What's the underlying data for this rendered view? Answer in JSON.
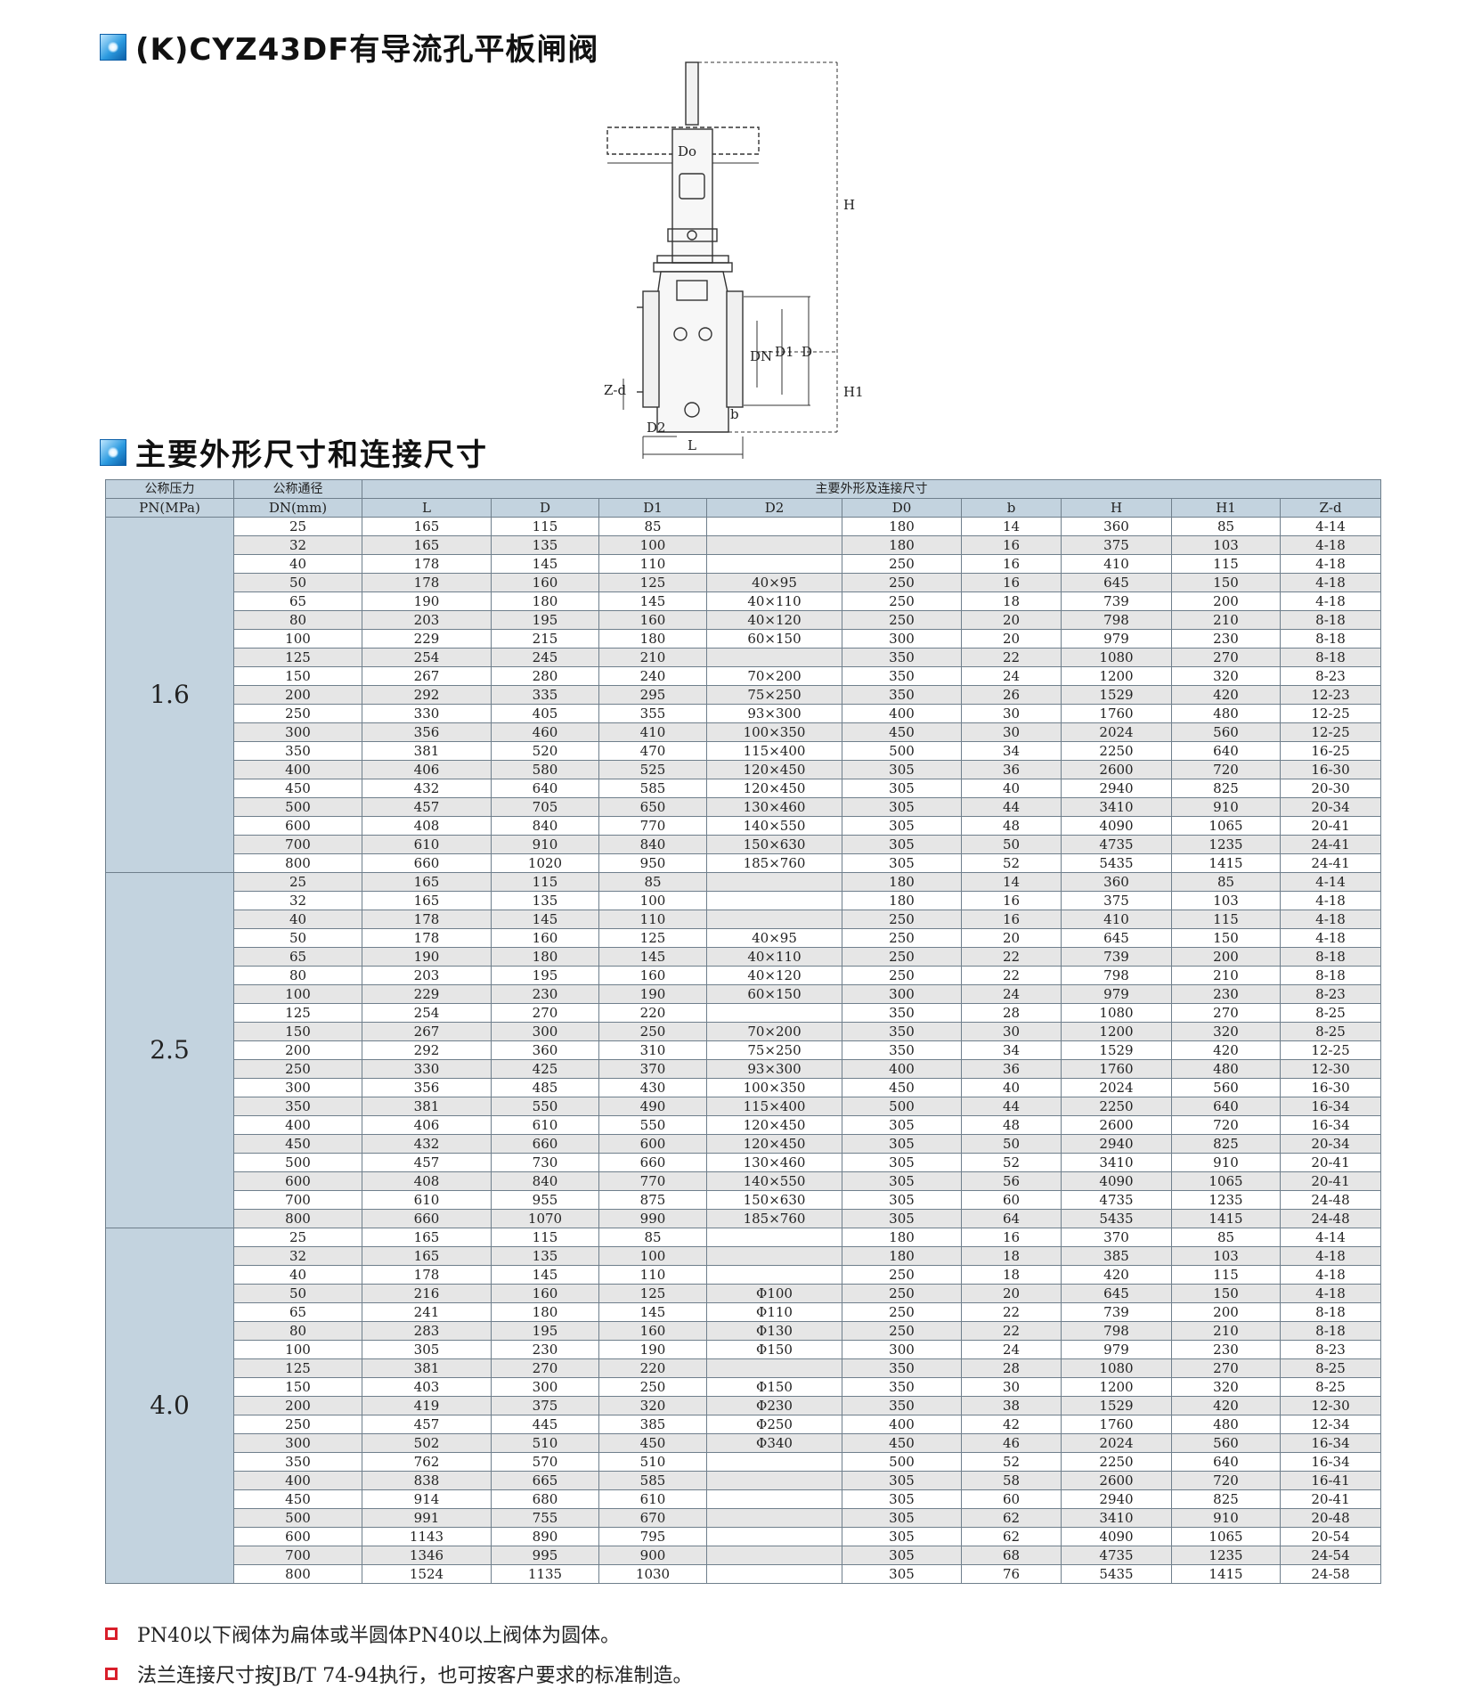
{
  "page": {
    "title": "(K)CYZ43DF有导流孔平板闸阀",
    "section_title": "主要外形尺寸和连接尺寸"
  },
  "diagram": {
    "labels": {
      "do": "Do",
      "h": "H",
      "h1": "H1",
      "dn": "DN",
      "d1": "D1",
      "d": "D",
      "zd": "Z-d",
      "d2": "D2",
      "l": "L",
      "b": "b"
    }
  },
  "table": {
    "header": {
      "pressure_label": "公称压力",
      "pressure_unit": "PN(MPa)",
      "diameter_label": "公称通径",
      "diameter_unit": "DN(mm)",
      "group_label": "主要外形及连接尺寸",
      "columns": [
        "L",
        "D",
        "D1",
        "D2",
        "D0",
        "b",
        "H",
        "H1",
        "Z-d"
      ]
    },
    "groups": [
      {
        "pn": "1.6",
        "rows": [
          [
            "25",
            "165",
            "115",
            "85",
            "",
            "180",
            "14",
            "360",
            "85",
            "4-14"
          ],
          [
            "32",
            "165",
            "135",
            "100",
            "",
            "180",
            "16",
            "375",
            "103",
            "4-18"
          ],
          [
            "40",
            "178",
            "145",
            "110",
            "",
            "250",
            "16",
            "410",
            "115",
            "4-18"
          ],
          [
            "50",
            "178",
            "160",
            "125",
            "40×95",
            "250",
            "16",
            "645",
            "150",
            "4-18"
          ],
          [
            "65",
            "190",
            "180",
            "145",
            "40×110",
            "250",
            "18",
            "739",
            "200",
            "4-18"
          ],
          [
            "80",
            "203",
            "195",
            "160",
            "40×120",
            "250",
            "20",
            "798",
            "210",
            "8-18"
          ],
          [
            "100",
            "229",
            "215",
            "180",
            "60×150",
            "300",
            "20",
            "979",
            "230",
            "8-18"
          ],
          [
            "125",
            "254",
            "245",
            "210",
            "",
            "350",
            "22",
            "1080",
            "270",
            "8-18"
          ],
          [
            "150",
            "267",
            "280",
            "240",
            "70×200",
            "350",
            "24",
            "1200",
            "320",
            "8-23"
          ],
          [
            "200",
            "292",
            "335",
            "295",
            "75×250",
            "350",
            "26",
            "1529",
            "420",
            "12-23"
          ],
          [
            "250",
            "330",
            "405",
            "355",
            "93×300",
            "400",
            "30",
            "1760",
            "480",
            "12-25"
          ],
          [
            "300",
            "356",
            "460",
            "410",
            "100×350",
            "450",
            "30",
            "2024",
            "560",
            "12-25"
          ],
          [
            "350",
            "381",
            "520",
            "470",
            "115×400",
            "500",
            "34",
            "2250",
            "640",
            "16-25"
          ],
          [
            "400",
            "406",
            "580",
            "525",
            "120×450",
            "305",
            "36",
            "2600",
            "720",
            "16-30"
          ],
          [
            "450",
            "432",
            "640",
            "585",
            "120×450",
            "305",
            "40",
            "2940",
            "825",
            "20-30"
          ],
          [
            "500",
            "457",
            "705",
            "650",
            "130×460",
            "305",
            "44",
            "3410",
            "910",
            "20-34"
          ],
          [
            "600",
            "408",
            "840",
            "770",
            "140×550",
            "305",
            "48",
            "4090",
            "1065",
            "20-41"
          ],
          [
            "700",
            "610",
            "910",
            "840",
            "150×630",
            "305",
            "50",
            "4735",
            "1235",
            "24-41"
          ],
          [
            "800",
            "660",
            "1020",
            "950",
            "185×760",
            "305",
            "52",
            "5435",
            "1415",
            "24-41"
          ]
        ]
      },
      {
        "pn": "2.5",
        "rows": [
          [
            "25",
            "165",
            "115",
            "85",
            "",
            "180",
            "14",
            "360",
            "85",
            "4-14"
          ],
          [
            "32",
            "165",
            "135",
            "100",
            "",
            "180",
            "16",
            "375",
            "103",
            "4-18"
          ],
          [
            "40",
            "178",
            "145",
            "110",
            "",
            "250",
            "16",
            "410",
            "115",
            "4-18"
          ],
          [
            "50",
            "178",
            "160",
            "125",
            "40×95",
            "250",
            "20",
            "645",
            "150",
            "4-18"
          ],
          [
            "65",
            "190",
            "180",
            "145",
            "40×110",
            "250",
            "22",
            "739",
            "200",
            "8-18"
          ],
          [
            "80",
            "203",
            "195",
            "160",
            "40×120",
            "250",
            "22",
            "798",
            "210",
            "8-18"
          ],
          [
            "100",
            "229",
            "230",
            "190",
            "60×150",
            "300",
            "24",
            "979",
            "230",
            "8-23"
          ],
          [
            "125",
            "254",
            "270",
            "220",
            "",
            "350",
            "28",
            "1080",
            "270",
            "8-25"
          ],
          [
            "150",
            "267",
            "300",
            "250",
            "70×200",
            "350",
            "30",
            "1200",
            "320",
            "8-25"
          ],
          [
            "200",
            "292",
            "360",
            "310",
            "75×250",
            "350",
            "34",
            "1529",
            "420",
            "12-25"
          ],
          [
            "250",
            "330",
            "425",
            "370",
            "93×300",
            "400",
            "36",
            "1760",
            "480",
            "12-30"
          ],
          [
            "300",
            "356",
            "485",
            "430",
            "100×350",
            "450",
            "40",
            "2024",
            "560",
            "16-30"
          ],
          [
            "350",
            "381",
            "550",
            "490",
            "115×400",
            "500",
            "44",
            "2250",
            "640",
            "16-34"
          ],
          [
            "400",
            "406",
            "610",
            "550",
            "120×450",
            "305",
            "48",
            "2600",
            "720",
            "16-34"
          ],
          [
            "450",
            "432",
            "660",
            "600",
            "120×450",
            "305",
            "50",
            "2940",
            "825",
            "20-34"
          ],
          [
            "500",
            "457",
            "730",
            "660",
            "130×460",
            "305",
            "52",
            "3410",
            "910",
            "20-41"
          ],
          [
            "600",
            "408",
            "840",
            "770",
            "140×550",
            "305",
            "56",
            "4090",
            "1065",
            "20-41"
          ],
          [
            "700",
            "610",
            "955",
            "875",
            "150×630",
            "305",
            "60",
            "4735",
            "1235",
            "24-48"
          ],
          [
            "800",
            "660",
            "1070",
            "990",
            "185×760",
            "305",
            "64",
            "5435",
            "1415",
            "24-48"
          ]
        ]
      },
      {
        "pn": "4.0",
        "rows": [
          [
            "25",
            "165",
            "115",
            "85",
            "",
            "180",
            "16",
            "370",
            "85",
            "4-14"
          ],
          [
            "32",
            "165",
            "135",
            "100",
            "",
            "180",
            "18",
            "385",
            "103",
            "4-18"
          ],
          [
            "40",
            "178",
            "145",
            "110",
            "",
            "250",
            "18",
            "420",
            "115",
            "4-18"
          ],
          [
            "50",
            "216",
            "160",
            "125",
            "Φ100",
            "250",
            "20",
            "645",
            "150",
            "4-18"
          ],
          [
            "65",
            "241",
            "180",
            "145",
            "Φ110",
            "250",
            "22",
            "739",
            "200",
            "8-18"
          ],
          [
            "80",
            "283",
            "195",
            "160",
            "Φ130",
            "250",
            "22",
            "798",
            "210",
            "8-18"
          ],
          [
            "100",
            "305",
            "230",
            "190",
            "Φ150",
            "300",
            "24",
            "979",
            "230",
            "8-23"
          ],
          [
            "125",
            "381",
            "270",
            "220",
            "",
            "350",
            "28",
            "1080",
            "270",
            "8-25"
          ],
          [
            "150",
            "403",
            "300",
            "250",
            "Φ150",
            "350",
            "30",
            "1200",
            "320",
            "8-25"
          ],
          [
            "200",
            "419",
            "375",
            "320",
            "Φ230",
            "350",
            "38",
            "1529",
            "420",
            "12-30"
          ],
          [
            "250",
            "457",
            "445",
            "385",
            "Φ250",
            "400",
            "42",
            "1760",
            "480",
            "12-34"
          ],
          [
            "300",
            "502",
            "510",
            "450",
            "Φ340",
            "450",
            "46",
            "2024",
            "560",
            "16-34"
          ],
          [
            "350",
            "762",
            "570",
            "510",
            "",
            "500",
            "52",
            "2250",
            "640",
            "16-34"
          ],
          [
            "400",
            "838",
            "665",
            "585",
            "",
            "305",
            "58",
            "2600",
            "720",
            "16-41"
          ],
          [
            "450",
            "914",
            "680",
            "610",
            "",
            "305",
            "60",
            "2940",
            "825",
            "20-41"
          ],
          [
            "500",
            "991",
            "755",
            "670",
            "",
            "305",
            "62",
            "3410",
            "910",
            "20-48"
          ],
          [
            "600",
            "1143",
            "890",
            "795",
            "",
            "305",
            "62",
            "4090",
            "1065",
            "20-54"
          ],
          [
            "700",
            "1346",
            "995",
            "900",
            "",
            "305",
            "68",
            "4735",
            "1235",
            "24-54"
          ],
          [
            "800",
            "1524",
            "1135",
            "1030",
            "",
            "305",
            "76",
            "5435",
            "1415",
            "24-58"
          ]
        ]
      }
    ]
  },
  "notes": [
    "PN40以下阀体为扁体或半圆体PN40以上阀体为圆体。",
    "法兰连接尺寸按JB/T 74-94执行，也可按客户要求的标准制造。"
  ]
}
